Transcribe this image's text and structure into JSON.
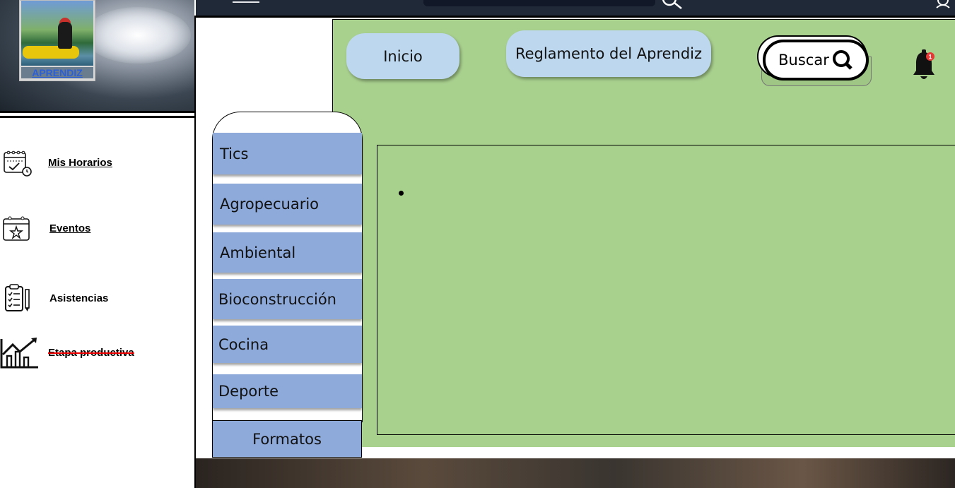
{
  "sidebar": {
    "profile_label": "APRENDIZ",
    "items": [
      {
        "label": "Mis Horarios",
        "icon": "calendar-clock-icon"
      },
      {
        "label": "Eventos",
        "icon": "calendar-star-icon"
      },
      {
        "label": "Asistencias",
        "icon": "clipboard-checklist-icon"
      },
      {
        "label": "Etapa productiva",
        "icon": "growth-chart-icon"
      }
    ]
  },
  "header": {
    "nav": {
      "inicio": "Inicio",
      "reglamento": "Reglamento del Aprendiz",
      "buscar": "Buscar"
    },
    "notification_count": "1"
  },
  "categories": [
    "Tics",
    "Agropecuario",
    "Ambiental",
    "Bioconstrucción",
    "Cocina",
    "Deporte"
  ],
  "formatos_label": "Formatos",
  "colors": {
    "main_bg": "#a9d18e",
    "pill": "#bdd7ee",
    "category": "#8eaadb",
    "badge": "#e53935"
  }
}
